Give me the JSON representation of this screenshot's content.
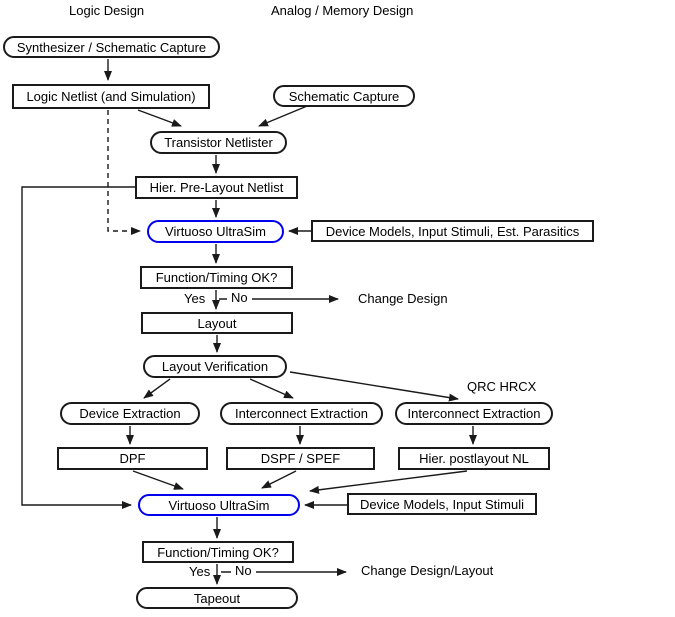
{
  "headers": {
    "logic": "Logic Design",
    "analog": "Analog / Memory Design"
  },
  "nodes": {
    "synthesizer": "Synthesizer / Schematic Capture",
    "logic_netlist": "Logic Netlist (and Simulation)",
    "schematic_capture": "Schematic Capture",
    "transistor_netlister": "Transistor Netlister",
    "hier_prelayout_netlist": "Hier. Pre-Layout Netlist",
    "virtuoso_ultrasim_1": "Virtuoso UltraSim",
    "device_models_1": "Device Models, Input Stimuli, Est. Parasitics",
    "function_timing_1": "Function/Timing OK?",
    "layout": "Layout",
    "layout_verification": "Layout Verification",
    "device_extraction": "Device Extraction",
    "interconnect_extraction_1": "Interconnect Extraction",
    "interconnect_extraction_2": "Interconnect Extraction",
    "dpf": "DPF",
    "dspf_spef": "DSPF / SPEF",
    "hier_postlayout_nl": "Hier. postlayout NL",
    "virtuoso_ultrasim_2": "Virtuoso UltraSim",
    "device_models_2": "Device Models, Input Stimuli",
    "function_timing_2": "Function/Timing OK?",
    "tapeout": "Tapeout"
  },
  "labels": {
    "qrc_hrcx": "QRC HRCX",
    "yes_1": "Yes",
    "no_1": "No",
    "change_design": "Change Design",
    "yes_2": "Yes",
    "no_2": "No",
    "change_design_layout": "Change Design/Layout"
  },
  "colors": {
    "highlight": "#0000ee",
    "line": "#1a1a1a",
    "background": "#ffffff"
  }
}
